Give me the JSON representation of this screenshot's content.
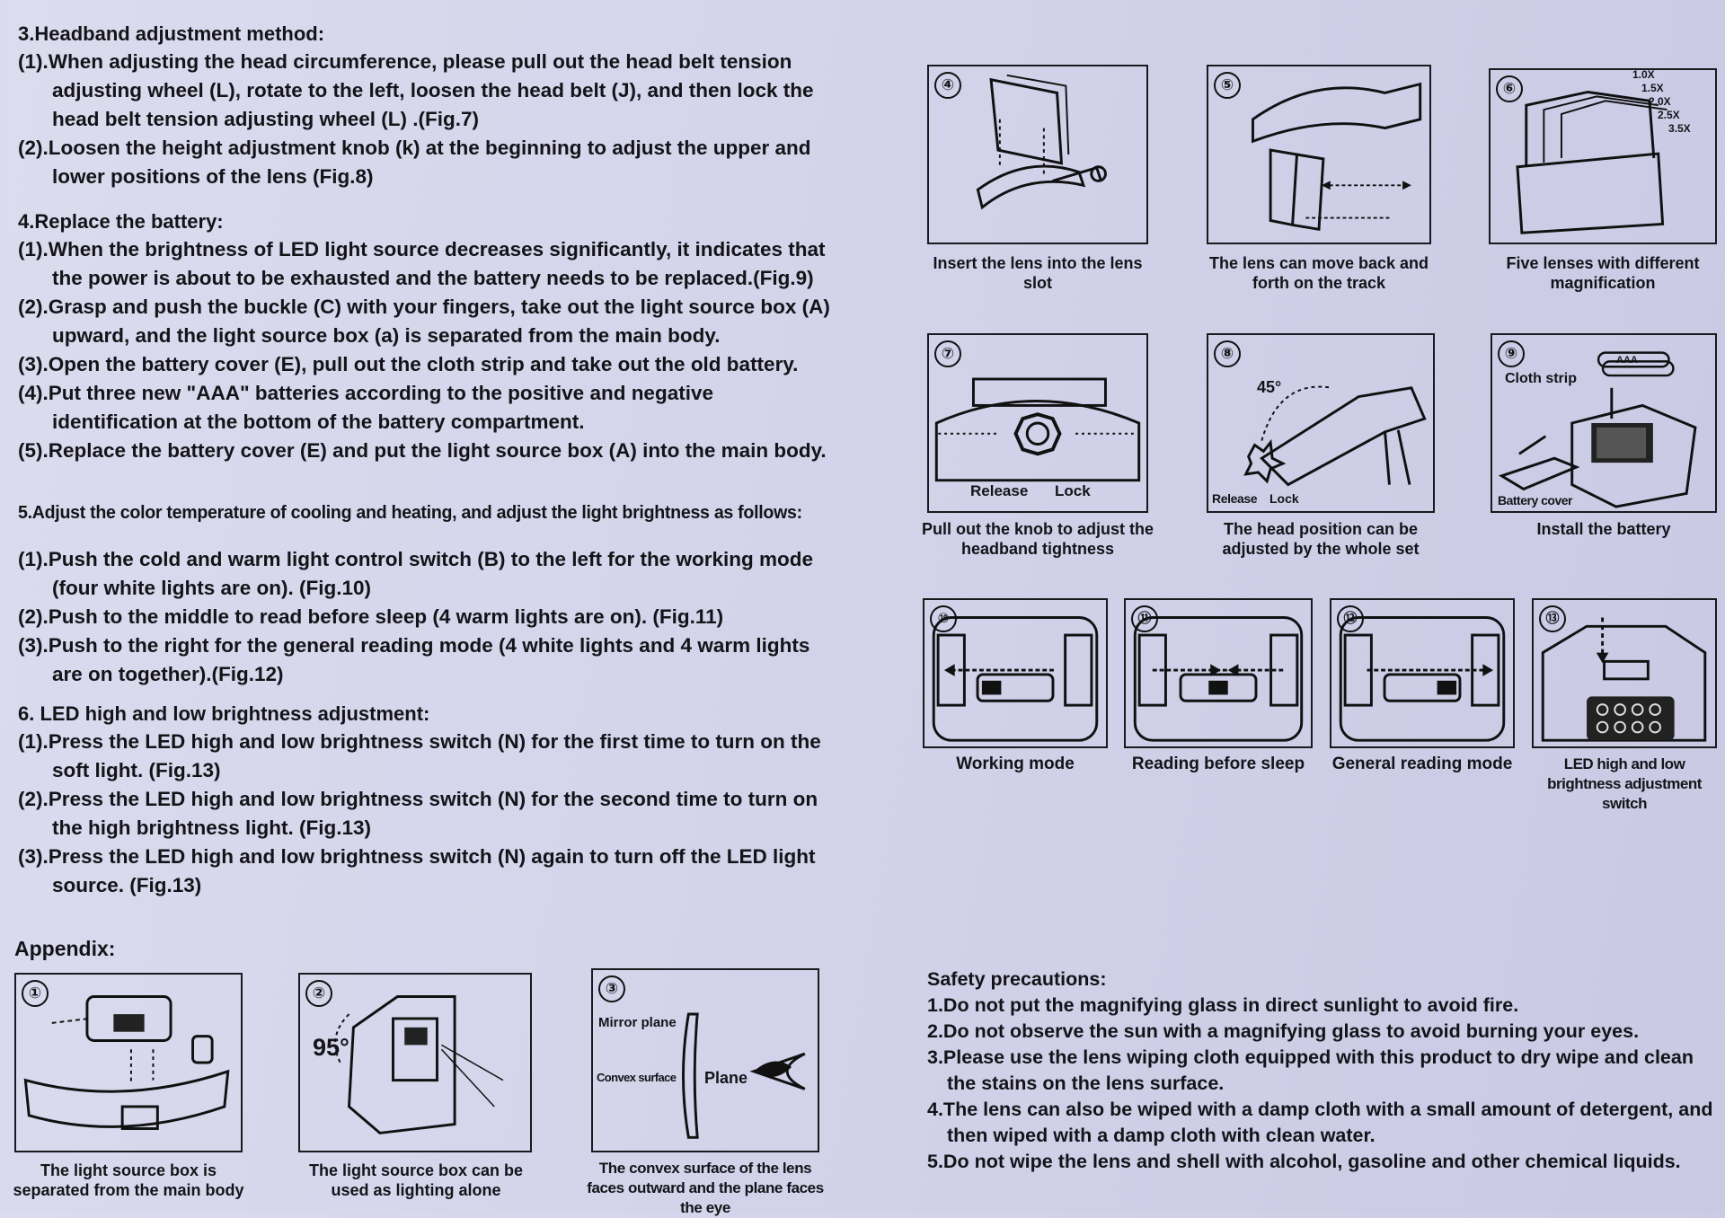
{
  "section3": {
    "title": "3.Headband adjustment method:",
    "items": [
      "(1).When adjusting the head circumference, please pull out the head belt tension adjusting wheel (L), rotate to the left, loosen the head belt (J), and then lock the head belt tension adjusting wheel (L) .(Fig.7)",
      "(2).Loosen the height adjustment knob (k) at the beginning to adjust the upper and lower positions of the lens (Fig.8)"
    ]
  },
  "section4": {
    "title": "4.Replace the battery:",
    "items": [
      "(1).When the brightness of LED light source decreases significantly, it indicates that the power is about to be exhausted and the battery needs to be replaced.(Fig.9)",
      "(2).Grasp and push the buckle (C) with your fingers, take out the light source box (A) upward, and the light source box (a) is separated from the main body.",
      "(3).Open the battery cover (E), pull out the cloth strip and take out the old battery.",
      "(4).Put three new \"AAA\" batteries according to the positive and negative identification at the bottom of the battery compartment.",
      "(5).Replace the battery cover (E) and put the light source box (A) into the main body."
    ]
  },
  "section5": {
    "title": "5.Adjust the color temperature of cooling and heating, and adjust the light brightness as follows:",
    "items": [
      "(1).Push the cold and warm light control switch (B) to the left for the working mode (four white lights are on). (Fig.10)",
      "(2).Push to the middle to read before sleep (4 warm lights are on). (Fig.11)",
      "(3).Push to the right for the general reading mode (4 white lights and 4 warm lights are on together).(Fig.12)"
    ]
  },
  "section6": {
    "title": "6.  LED high and low brightness adjustment:",
    "items": [
      "(1).Press the LED high and low brightness switch (N) for the first time to turn on the soft light. (Fig.13)",
      "(2).Press the LED high and low brightness switch (N) for the second time to turn on the high brightness light. (Fig.13)",
      "(3).Press the LED high and low brightness switch (N) again to turn off the LED light source. (Fig.13)"
    ]
  },
  "appendix": {
    "title": "Appendix:",
    "figs": [
      {
        "num": "①",
        "caption": "The light source box is separated from the main body"
      },
      {
        "num": "②",
        "caption": "The light source box can be used as lighting alone",
        "label": "95°"
      },
      {
        "num": "③",
        "caption": "The convex surface of the lens faces outward and the plane faces the eye",
        "labels": {
          "mirror": "Mirror plane",
          "convex": "Convex surface",
          "plane": "Plane"
        }
      }
    ]
  },
  "figures": [
    {
      "num": "④",
      "caption": "Insert the lens into the lens slot"
    },
    {
      "num": "⑤",
      "caption": "The lens can move back and forth on the track"
    },
    {
      "num": "⑥",
      "caption": "Five lenses with different magnification",
      "mags": [
        "1.0X",
        "1.5X",
        "2.0X",
        "2.5X",
        "3.5X"
      ]
    },
    {
      "num": "⑦",
      "caption": "Pull out the knob to adjust the headband tightness",
      "labels": {
        "release": "Release",
        "lock": "Lock"
      }
    },
    {
      "num": "⑧",
      "caption": "The head position can be adjusted by the whole set",
      "labels": {
        "angle": "45°",
        "release": "Release",
        "lock": "Lock"
      }
    },
    {
      "num": "⑨",
      "caption": "Install the battery",
      "labels": {
        "cloth": "Cloth strip",
        "battery_cover": "Battery cover",
        "aaa": "AAA"
      }
    },
    {
      "num": "⑩",
      "caption": "Working mode"
    },
    {
      "num": "⑪",
      "caption": "Reading before sleep"
    },
    {
      "num": "⑫",
      "caption": "General reading mode"
    },
    {
      "num": "⑬",
      "caption": "LED high and low brightness adjustment switch"
    }
  ],
  "safety": {
    "title": "Safety precautions:",
    "items": [
      "1.Do not put the magnifying glass in direct sunlight to avoid fire.",
      "2.Do not observe the sun with a magnifying glass to avoid burning your eyes.",
      "3.Please use the lens wiping cloth equipped with this product to dry wipe and clean the stains on the lens surface.",
      "4.The lens can also be wiped with a damp cloth with a small amount of detergent, and then wiped with a damp cloth with clean water.",
      "5.Do not wipe the lens and shell with alcohol, gasoline and other chemical liquids."
    ]
  }
}
